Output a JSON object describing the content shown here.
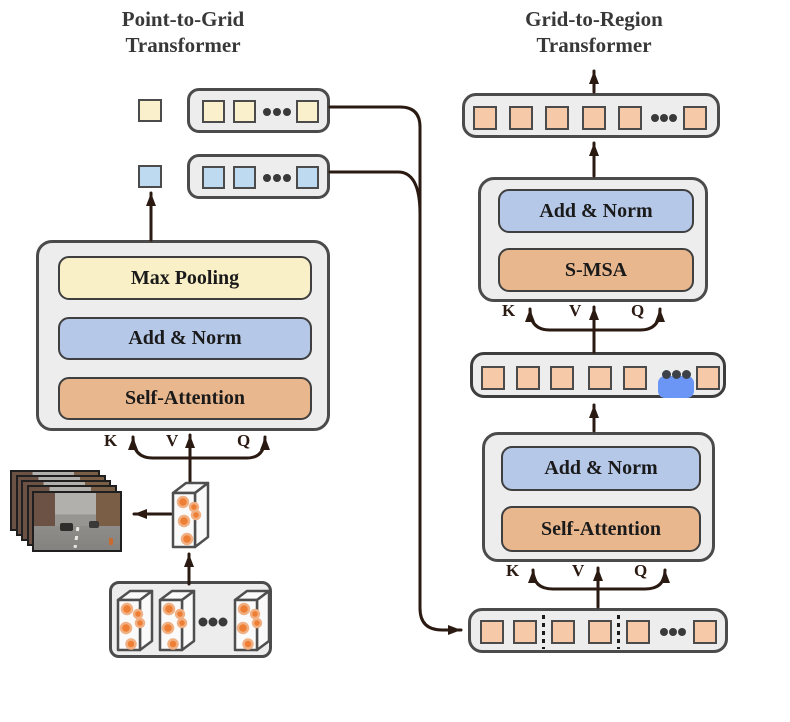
{
  "titles": {
    "left": [
      "Point-to-Grid",
      "Transformer"
    ],
    "right": [
      "Grid-to-Region",
      "Transformer"
    ]
  },
  "left_block": {
    "max_pooling": "Max Pooling",
    "add_norm": "Add & Norm",
    "self_attention": "Self-Attention"
  },
  "right_smsa_block": {
    "add_norm": "Add & Norm",
    "s_msa": "S-MSA"
  },
  "right_sa_block": {
    "add_norm": "Add & Norm",
    "self_attention": "Self-Attention"
  },
  "kvq": {
    "k": "K",
    "v": "V",
    "q": "Q"
  },
  "colors": {
    "token_yellow": "#faf0cc",
    "token_blue": "#bedaf1",
    "token_orange": "#f6c9a8",
    "box_yellow": "#faf0c8",
    "box_blue": "#b5c8e8",
    "box_orange": "#e9b78e",
    "container_gray": "#ededed",
    "arrow": "#2a1a12",
    "highlight_blue": "#6b96f5",
    "dot_orange": "#ee7e33"
  }
}
